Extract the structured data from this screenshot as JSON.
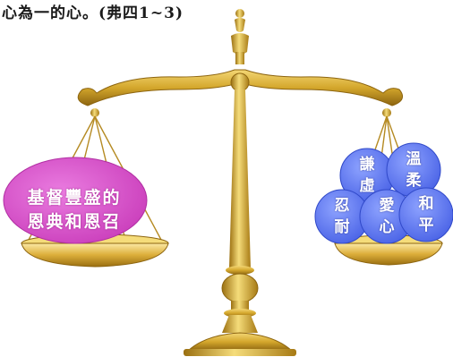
{
  "caption": "心為一的心。(弗四1~3)",
  "left_pan": {
    "line1": "基督豐盛的",
    "line2": "恩典和恩召"
  },
  "right_pan": {
    "virtues": [
      {
        "top": "謙",
        "bottom": "虛"
      },
      {
        "top": "溫",
        "bottom": "柔"
      },
      {
        "top": "忍",
        "bottom": "耐"
      },
      {
        "top": "愛",
        "bottom": "心"
      },
      {
        "top": "和",
        "bottom": "平"
      }
    ]
  },
  "colors": {
    "gold": "#d4a72c",
    "gold_dark": "#9a6f10",
    "gold_light": "#f5dc7a",
    "magenta": "#d64fc8",
    "blue": "#5d78f0"
  }
}
